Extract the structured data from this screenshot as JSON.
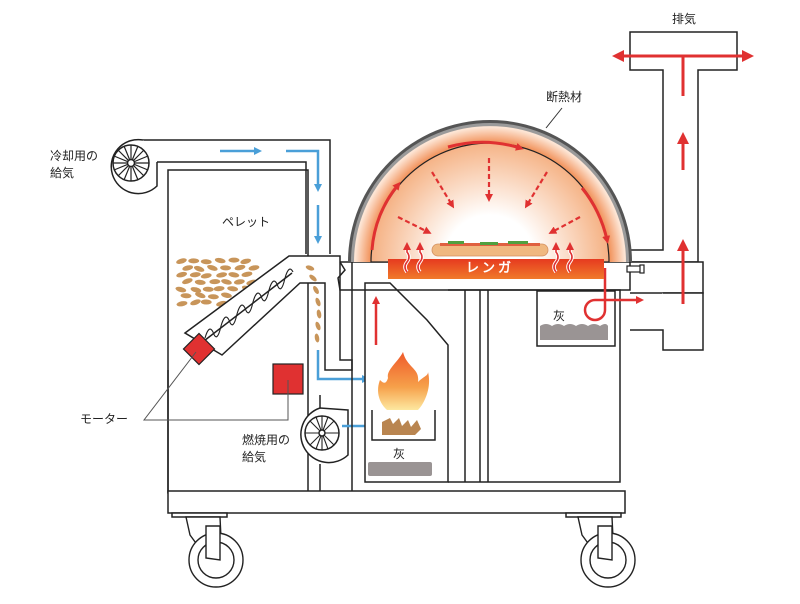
{
  "diagram": {
    "title": "Pellet pizza oven cross-section",
    "labels": {
      "exhaust": "排気",
      "insulation": "断熱材",
      "cooling_air_line1": "冷却用の",
      "cooling_air_line2": "給気",
      "pellet": "ペレット",
      "brick": "レンガ",
      "ash_right": "灰",
      "ash_firebox": "灰",
      "motor": "モーター",
      "combustion_air_line1": "燃焼用の",
      "combustion_air_line2": "給気"
    },
    "colors": {
      "outline": "#222222",
      "hot_air_arrow": "#e03131",
      "cool_air_arrow": "#4a9fd8",
      "motor": "#e03131",
      "pellet": "#c8955a",
      "ash": "#9a9494",
      "brick": "#e8461e",
      "dome_inner": "#f0905a",
      "insulation": "#888888"
    },
    "components": [
      "cooling-air-fan",
      "combustion-air-fan",
      "pellet-hopper",
      "screw-auger",
      "motor",
      "feeder-motor",
      "firebox",
      "fire",
      "dome",
      "brick-floor",
      "pizza",
      "ash-tray",
      "chimney",
      "cart-base",
      "caster-wheels"
    ]
  }
}
